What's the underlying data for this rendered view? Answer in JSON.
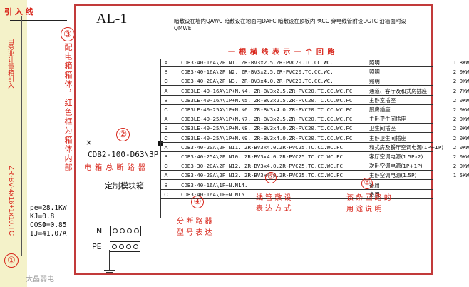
{
  "left": {
    "header": "引 入 线",
    "cable_note": "由务业计量箱引入",
    "cable": "ZR-BV-4x16+1x10.TC",
    "params": [
      "pe=28.1KW",
      "KJ=0.8",
      "COSΦ=0.85",
      "IJ=41.07A"
    ],
    "marker": "①",
    "watermark": "大晶弱电"
  },
  "box": {
    "name": "AL-1",
    "legend": "暗敷设在墙内QAWC  暗敷设在地面内DAFC  暗敷设在顶板内PACC  穿电线管附设DGTC 沿墙面附设QMWE",
    "main_breaker": "CDB2-100-D63\\3P",
    "main_breaker_caption": "电 箱 总 断 路 器",
    "module_box": "定制模块箱",
    "n_label": "N",
    "pe_label": "PE",
    "vertical_note": "配电箱箱体，红色框为箱体内部",
    "note_circuit": "一 根 横 线 表 示 一 个 回 路",
    "note_lay": "线 管 敷 设",
    "note_lay2": "表 达 方 式",
    "note_breaker": "分 断 路 器",
    "note_breaker2": "型 号 表 达",
    "note_use": "该 条 回 路 的",
    "note_use2": "用 途 说 明",
    "markers": {
      "m2": "②",
      "m3": "③",
      "m4": "④",
      "m5": "⑤",
      "m6": "⑥"
    }
  },
  "circuits": [
    {
      "phase": "A",
      "spec": "CDB3-40-16A\\2P.N1. ZR-BV3x2.5.ZR-PVC20.TC.CC.WC.",
      "use": "照明",
      "load": "1.8KW"
    },
    {
      "phase": "B",
      "spec": "CDB3-40-16A\\2P.N2. ZR-BV3x2.5.ZR-PVC20.TC.CC.WC.",
      "use": "照明",
      "load": "2.0KW"
    },
    {
      "phase": "C",
      "spec": "CDB3-40-20A\\2P.N3. ZR-BV3x4.0.ZR-PVC20.TC.CC.WC.",
      "use": "照明",
      "load": "2.0KW"
    },
    {
      "phase": "A",
      "spec": "CDB3LE-40-16A\\1P+N.N4. ZR-BV3x2.5.ZR-PVC20.TC.CC.WC.FC",
      "use": "通道、客厅及和式房插座",
      "load": "2.7KW"
    },
    {
      "phase": "B",
      "spec": "CDB3LE-40-16A\\1P+N.N5. ZR-BV3x2.5.ZR-PVC20.TC.CC.WC.FC",
      "use": "主卧室插座",
      "load": "2.0KW"
    },
    {
      "phase": "C",
      "spec": "CDB3LE-40-25A\\1P+N.N6. ZR-BV3x4.0.ZR-PVC20.TC.CC.WC.FC",
      "use": "厨房插座",
      "load": "2.0KW"
    },
    {
      "phase": "A",
      "spec": "CDB3LE-40-25A\\1P+N.N7. ZR-BV3x2.5.ZR-PVC20.TC.CC.WC.FC",
      "use": "主卧卫生间插座",
      "load": "2.0KW"
    },
    {
      "phase": "B",
      "spec": "CDB3LE-40-25A\\1P+N.N8. ZR-BV3x4.0.ZR-PVC20.TC.CC.WC.FC",
      "use": "卫生间插座",
      "load": "2.0KW"
    },
    {
      "phase": "C",
      "spec": "CDB3LE-40-25A\\1P+N.N9. ZR-BV3x4.0.ZR-PVC20.TC.CC.WC.FC",
      "use": "主卧卫生间插座",
      "load": "2.0KW"
    },
    {
      "phase": "A",
      "spec": "CDB3-40-20A\\2P.N11. ZR-BV3x4.0.ZR-PVC25.TC.CC.WC.FC",
      "use": "和式房及餐厅空调电源(1P+1P)",
      "load": "2.0KW"
    },
    {
      "phase": "B",
      "spec": "CDB3-40-25A\\2P.N10. ZR-BV3x4.0.ZR-PVC25.TC.CC.WC.FC",
      "use": "客厅空调电源(1.5Px2)",
      "load": "2.0KW"
    },
    {
      "phase": "C",
      "spec": "CDB3-30-20A\\2P.N12. ZR-BV3x4.0.ZR-PVC25.TC.CC.WC.FC",
      "use": "次卧空调电源(1P+1P)",
      "load": "2.0KW"
    },
    {
      "phase": "A",
      "spec": "CDB3-40-20A\\2P.N13. ZR-BV3x4.0.ZR-PVC25.TC.CC.WC.FC",
      "use": "主卧空调电源(1.5P)",
      "load": "1.5KW"
    },
    {
      "phase": "B",
      "spec": "CDB3-40-16A\\1P+N.N14.",
      "use": "备用",
      "load": ""
    },
    {
      "phase": "C",
      "spec": "CDB3-40-16A\\1P+N.N15",
      "use": "备用",
      "load": ""
    }
  ]
}
